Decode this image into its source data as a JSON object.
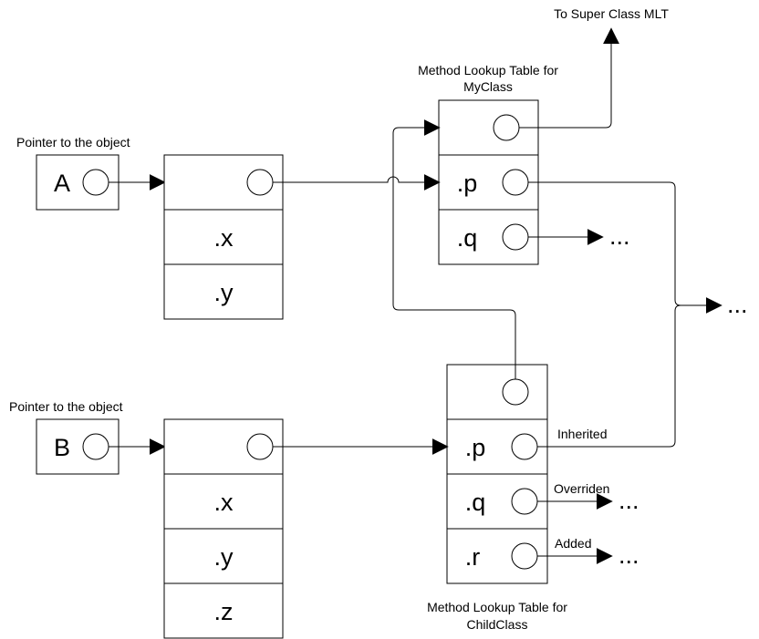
{
  "object_a": {
    "pointer_label": "Pointer to the object",
    "name": "A",
    "fields": [
      ".x",
      ".y"
    ]
  },
  "object_b": {
    "pointer_label": "Pointer to the object",
    "name": "B",
    "fields": [
      ".x",
      ".y",
      ".z"
    ]
  },
  "mlt_myclass": {
    "title_line1": "Method Lookup Table for",
    "title_line2": "MyClass",
    "methods": [
      ".p",
      ".q"
    ],
    "super_label": "To Super Class MLT",
    "q_target": "...",
    "p_target": "..."
  },
  "mlt_childclass": {
    "title_line1": "Method Lookup Table for",
    "title_line2": "ChildClass",
    "methods": [
      ".p",
      ".q",
      ".r"
    ],
    "p_note": "Inherited",
    "q_note": "Overriden",
    "r_note": "Added",
    "q_target": "...",
    "r_target": "..."
  },
  "colors": {
    "stroke": "#000000",
    "background": "#ffffff"
  }
}
